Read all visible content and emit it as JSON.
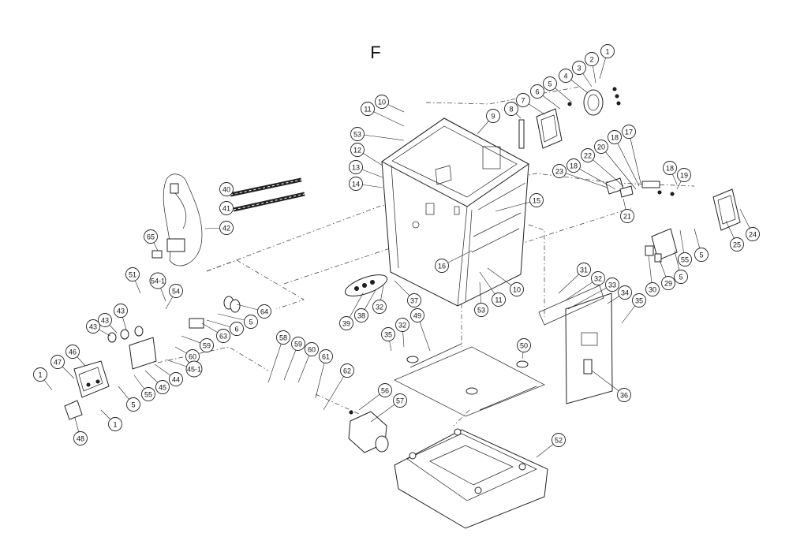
{
  "title": "F",
  "callouts": [
    {
      "label": "1"
    },
    {
      "label": "2"
    },
    {
      "label": "3"
    },
    {
      "label": "4"
    },
    {
      "label": "5"
    },
    {
      "label": "6"
    },
    {
      "label": "7"
    },
    {
      "label": "8"
    },
    {
      "label": "9"
    },
    {
      "label": "10"
    },
    {
      "label": "11"
    },
    {
      "label": "53"
    },
    {
      "label": "12"
    },
    {
      "label": "13"
    },
    {
      "label": "14"
    },
    {
      "label": "15"
    },
    {
      "label": "16"
    },
    {
      "label": "10"
    },
    {
      "label": "11"
    },
    {
      "label": "53"
    },
    {
      "label": "17"
    },
    {
      "label": "18"
    },
    {
      "label": "20"
    },
    {
      "label": "22"
    },
    {
      "label": "18"
    },
    {
      "label": "23"
    },
    {
      "label": "18"
    },
    {
      "label": "19"
    },
    {
      "label": "21"
    },
    {
      "label": "24"
    },
    {
      "label": "25"
    },
    {
      "label": "5"
    },
    {
      "label": "55"
    },
    {
      "label": "5"
    },
    {
      "label": "29"
    },
    {
      "label": "30"
    },
    {
      "label": "31"
    },
    {
      "label": "32"
    },
    {
      "label": "33"
    },
    {
      "label": "34"
    },
    {
      "label": "35"
    },
    {
      "label": "36"
    },
    {
      "label": "40"
    },
    {
      "label": "41"
    },
    {
      "label": "42"
    },
    {
      "label": "65"
    },
    {
      "label": "51"
    },
    {
      "label": "54-1"
    },
    {
      "label": "54"
    },
    {
      "label": "43"
    },
    {
      "label": "43"
    },
    {
      "label": "43"
    },
    {
      "label": "64"
    },
    {
      "label": "5"
    },
    {
      "label": "6"
    },
    {
      "label": "63"
    },
    {
      "label": "59"
    },
    {
      "label": "60"
    },
    {
      "label": "45-1"
    },
    {
      "label": "44"
    },
    {
      "label": "45"
    },
    {
      "label": "55"
    },
    {
      "label": "5"
    },
    {
      "label": "46"
    },
    {
      "label": "47"
    },
    {
      "label": "1"
    },
    {
      "label": "1"
    },
    {
      "label": "48"
    },
    {
      "label": "39"
    },
    {
      "label": "38"
    },
    {
      "label": "32"
    },
    {
      "label": "37"
    },
    {
      "label": "35"
    },
    {
      "label": "32"
    },
    {
      "label": "49"
    },
    {
      "label": "50"
    },
    {
      "label": "58"
    },
    {
      "label": "59"
    },
    {
      "label": "60"
    },
    {
      "label": "61"
    },
    {
      "label": "62"
    },
    {
      "label": "56"
    },
    {
      "label": "57"
    },
    {
      "label": "52"
    }
  ]
}
